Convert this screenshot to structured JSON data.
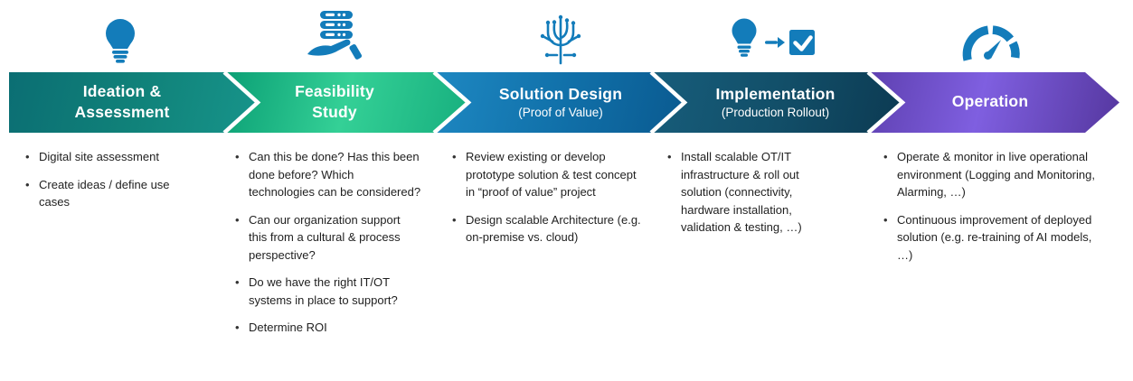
{
  "theme": {
    "icon_color": "#137cba",
    "stage_text_color": "#ffffff",
    "bullet_text_color": "#1f1f1f",
    "separator_color": "#ffffff",
    "background": "#ffffff"
  },
  "stages": [
    {
      "title": "Ideation &\nAssessment",
      "subtitle": "",
      "icon": "lightbulb-icon",
      "colors": {
        "start": "#0b6e73",
        "mid": "#108179",
        "end": "#17948a"
      },
      "bullets": [
        "Digital site assessment",
        "Create ideas / define use cases"
      ]
    },
    {
      "title": "Feasibility\nStudy",
      "subtitle": "",
      "icon": "server-hand-icon",
      "colors": {
        "start": "#0a9e74",
        "mid": "#34d096",
        "end": "#17af7e"
      },
      "bullets": [
        "Can this be done? Has this been done before? Which technologies can be considered?",
        "Can our organization support this from a cultural & process perspective?",
        "Do we have the right IT/OT systems in place to support?",
        "Determine ROI"
      ]
    },
    {
      "title": "Solution Design",
      "subtitle": "(Proof of Value)",
      "icon": "brain-circuit-icon",
      "colors": {
        "start": "#1e88c2",
        "mid": "#1171aa",
        "end": "#0a5a90"
      },
      "bullets": [
        "Review existing or develop prototype solution & test concept in “proof of value” project",
        "Design scalable Architecture (e.g. on-premise vs. cloud)"
      ]
    },
    {
      "title": "Implementation",
      "subtitle": "(Production Rollout)",
      "icon": "lightbulb-to-check-icon",
      "colors": {
        "start": "#175d7b",
        "mid": "#124f69",
        "end": "#0c3a52"
      },
      "bullets": [
        "Install scalable OT/IT infrastructure & roll out solution (connectivity, hardware installation, validation & testing, …)"
      ]
    },
    {
      "title": "Operation",
      "subtitle": "",
      "icon": "gauge-icon",
      "colors": {
        "start": "#5e40b0",
        "mid": "#7f5fe0",
        "end": "#55379f"
      },
      "bullets": [
        "Operate & monitor in live operational environment (Logging and Monitoring, Alarming, …)",
        "Continuous improvement of deployed solution (e.g. re-training of AI models, …)"
      ]
    }
  ]
}
